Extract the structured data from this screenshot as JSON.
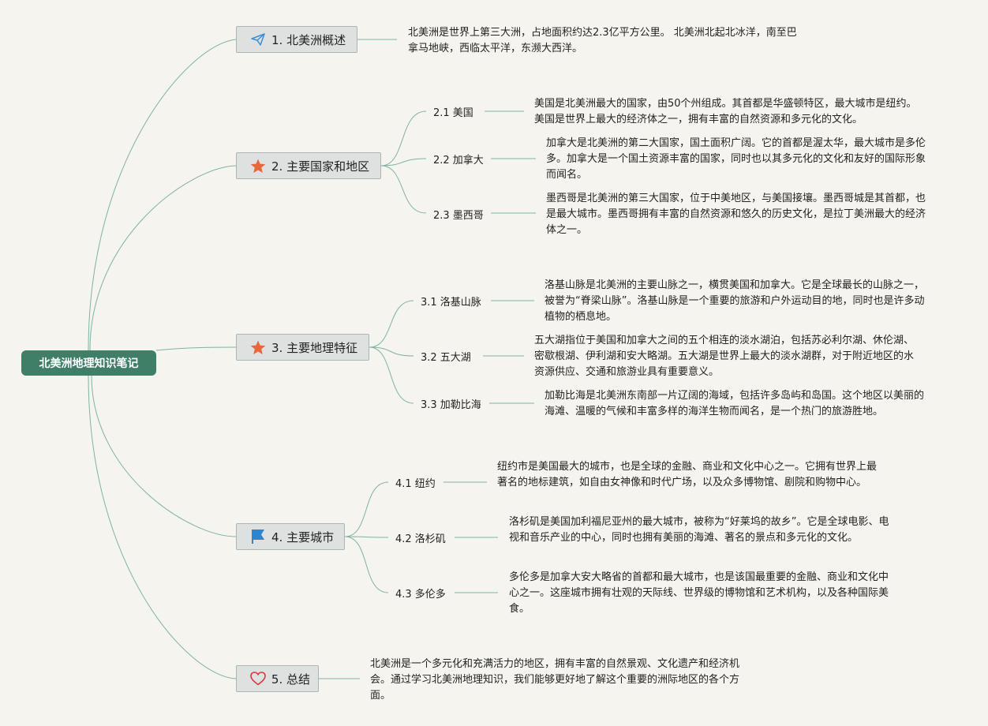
{
  "root": {
    "label": "北美洲地理知识笔记"
  },
  "topics": [
    {
      "label": "1. 北美洲概述",
      "icon": "paper-plane-icon",
      "note": "北美洲是世界上第三大洲，占地面积约达2.3亿平方公里。 北美洲北起北冰洋，南至巴拿马地峡，西临太平洋，东濒大西洋。"
    },
    {
      "label": "2. 主要国家和地区",
      "icon": "star-icon",
      "children": [
        {
          "label": "2.1 美国",
          "note": "美国是北美洲最大的国家，由50个州组成。其首都是华盛顿特区，最大城市是纽约。美国是世界上最大的经济体之一，拥有丰富的自然资源和多元化的文化。"
        },
        {
          "label": "2.2 加拿大",
          "note": "加拿大是北美洲的第二大国家，国土面积广阔。它的首都是渥太华，最大城市是多伦多。加拿大是一个国土资源丰富的国家，同时也以其多元化的文化和友好的国际形象而闻名。"
        },
        {
          "label": "2.3 墨西哥",
          "note": "墨西哥是北美洲的第三大国家，位于中美地区，与美国接壤。墨西哥城是其首都，也是最大城市。墨西哥拥有丰富的自然资源和悠久的历史文化，是拉丁美洲最大的经济体之一。"
        }
      ]
    },
    {
      "label": "3. 主要地理特征",
      "icon": "star-icon",
      "children": [
        {
          "label": "3.1 洛基山脉",
          "note": "洛基山脉是北美洲的主要山脉之一，横贯美国和加拿大。它是全球最长的山脉之一，被誉为“脊梁山脉”。洛基山脉是一个重要的旅游和户外运动目的地，同时也是许多动植物的栖息地。"
        },
        {
          "label": "3.2 五大湖",
          "note": "五大湖指位于美国和加拿大之间的五个相连的淡水湖泊，包括苏必利尔湖、休伦湖、密歇根湖、伊利湖和安大略湖。五大湖是世界上最大的淡水湖群，对于附近地区的水资源供应、交通和旅游业具有重要意义。"
        },
        {
          "label": "3.3 加勒比海",
          "note": "加勒比海是北美洲东南部一片辽阔的海域，包括许多岛屿和岛国。这个地区以美丽的海滩、温暖的气候和丰富多样的海洋生物而闻名，是一个热门的旅游胜地。"
        }
      ]
    },
    {
      "label": "4. 主要城市",
      "icon": "flag-icon",
      "children": [
        {
          "label": "4.1 纽约",
          "note": "纽约市是美国最大的城市，也是全球的金融、商业和文化中心之一。它拥有世界上最著名的地标建筑，如自由女神像和时代广场，以及众多博物馆、剧院和购物中心。"
        },
        {
          "label": "4.2 洛杉矶",
          "note": "洛杉矶是美国加利福尼亚州的最大城市，被称为“好莱坞的故乡”。它是全球电影、电视和音乐产业的中心，同时也拥有美丽的海滩、著名的景点和多元化的文化。"
        },
        {
          "label": "4.3 多伦多",
          "note": "多伦多是加拿大安大略省的首都和最大城市，也是该国最重要的金融、商业和文化中心之一。这座城市拥有壮观的天际线、世界级的博物馆和艺术机构，以及各种国际美食。"
        }
      ]
    },
    {
      "label": "5. 总结",
      "icon": "heart-icon",
      "note": "北美洲是一个多元化和充满活力的地区，拥有丰富的自然景观、文化遗产和经济机会。通过学习北美洲地理知识，我们能够更好地了解这个重要的洲际地区的各个方面。"
    }
  ],
  "colors": {
    "root": "#3f7f68",
    "line": "#7fb3a3",
    "star": "#e7663a",
    "flag": "#2a86d1",
    "heart": "#d9363e",
    "plane": "#3a8fd8"
  }
}
